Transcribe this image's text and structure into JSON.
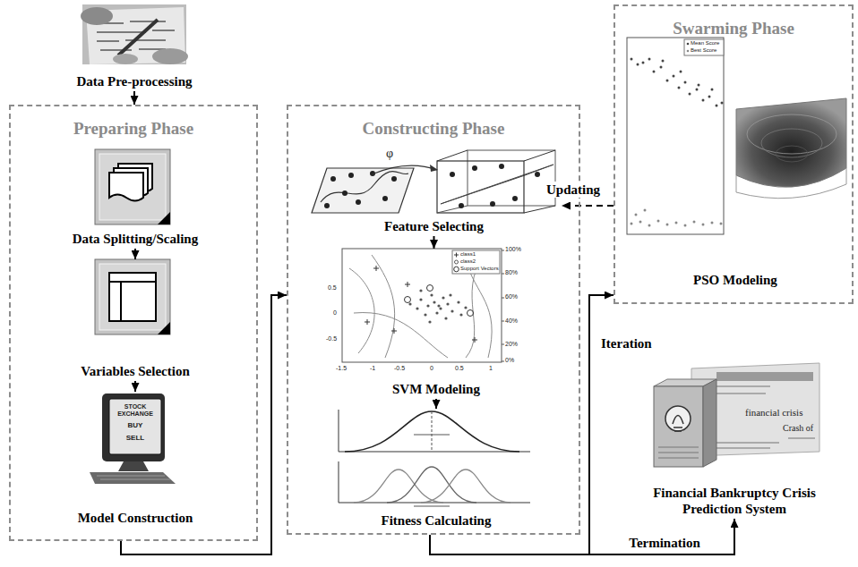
{
  "diagram": {
    "nodes": [
      {
        "text": [
          "Data Pre-processing"
        ]
      },
      {
        "text": [
          "Preparing Phase"
        ]
      },
      {
        "text": [
          "Data Splitting/Scaling"
        ],
        "in": 1
      },
      {
        "text": [
          "Variables Selection"
        ],
        "in": 1
      },
      {
        "text": [
          "Model Construction"
        ],
        "in": 1
      },
      {
        "text": [
          "Constructing Phase"
        ]
      },
      {
        "text": [
          "Feature Selecting"
        ],
        "in": 5
      },
      {
        "text": [
          "SVM Modeling"
        ],
        "in": 5
      },
      {
        "text": [
          "Fitness Calculating"
        ],
        "in": 5
      },
      {
        "text": [
          "Swarming Phase"
        ]
      },
      {
        "text": [
          "PSO Modeling"
        ],
        "in": 9
      },
      {
        "text": [
          "Financial Bankruptcy Crisis Prediction System"
        ]
      }
    ],
    "edges": [
      {
        "from": 0,
        "to": 1,
        "arrow": "to"
      },
      {
        "from": 2,
        "to": 3,
        "arrow": "to"
      },
      {
        "from": 3,
        "to": 4,
        "arrow": "to"
      },
      {
        "from": 1,
        "to": 5,
        "arrow": "to"
      },
      {
        "from": 6,
        "to": 7,
        "arrow": "to"
      },
      {
        "from": 7,
        "to": 8,
        "arrow": "to"
      },
      {
        "from": 9,
        "to": 6,
        "label": "Updating",
        "arrow": "to"
      },
      {
        "from": 5,
        "to": 9,
        "label": "Iteration",
        "arrow": "to"
      },
      {
        "from": 5,
        "to": 11,
        "label": "Termination",
        "arrow": "to"
      }
    ],
    "labels": [
      "φ",
      "class1",
      "class2",
      "Support Vectors",
      "-1.5",
      "-1",
      "-0.5",
      "0",
      "0.5",
      "1",
      "0.5",
      "0",
      "-0.5",
      "100%",
      "80%",
      "60%",
      "40%",
      "20%",
      "0%",
      "STOCK EXCHANGE",
      "BUY",
      "SELL",
      "Mean Score",
      "Best Score",
      "financial crisis",
      "Crash of"
    ]
  }
}
